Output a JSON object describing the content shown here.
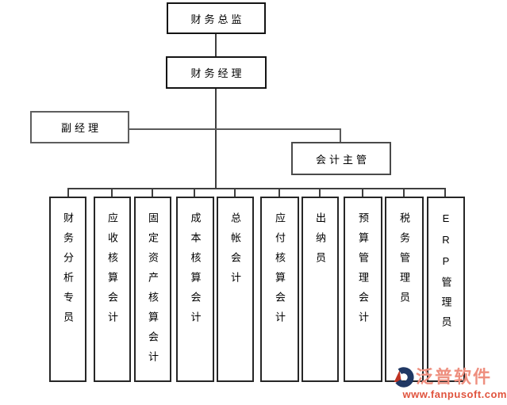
{
  "org_chart": {
    "level1": {
      "label": "财务总监"
    },
    "level2": {
      "label": "财务经理"
    },
    "deputy": {
      "label": "副经理"
    },
    "supervisor": {
      "label": "会计主管"
    },
    "positions": [
      {
        "label": "财务分析专员"
      },
      {
        "label": "应收核算会计"
      },
      {
        "label": "固定资产核算会计"
      },
      {
        "label": "成本核算会计"
      },
      {
        "label": "总帐会计"
      },
      {
        "label": "应付核算会计"
      },
      {
        "label": "出纳员"
      },
      {
        "label": "预算管理会计"
      },
      {
        "label": "税务管理员"
      },
      {
        "label": "ERP管理员"
      }
    ]
  },
  "watermark": {
    "brand": "泛普软件",
    "url": "www.fanpusoft.com",
    "brand_color": "#ee8f7f",
    "url_color": "#e0543e",
    "logo_navy": "#203864",
    "logo_red": "#bf3222"
  },
  "colors": {
    "background": "#ffffff",
    "line": "#3f3f3f",
    "box_border": "#141414",
    "text": "#000000"
  }
}
